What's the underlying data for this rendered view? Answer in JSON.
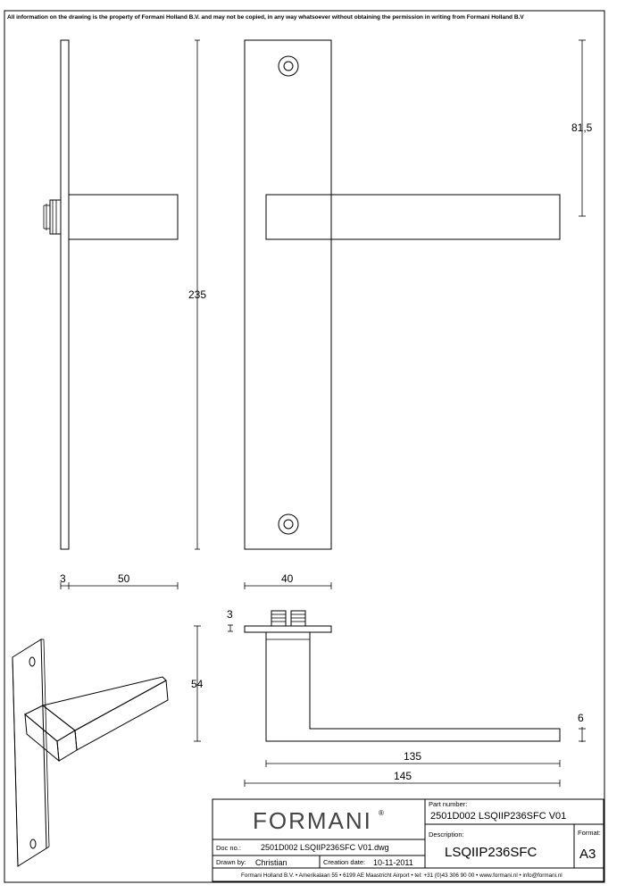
{
  "disclaimer": "All information on the drawing is the property of Formani Holland B.V. and may not be copied, in any way whatsoever without obtaining the permission in writing from Formani Holland B.V",
  "dimensions": {
    "overall_height": "235",
    "lever_height_from_top": "81,5",
    "plate_thickness": "3",
    "lever_projection": "50",
    "plate_width": "40",
    "rose_thickness": "3",
    "lever_drop": "54",
    "lever_thickness": "6",
    "lever_length_inner": "135",
    "lever_length_total": "145"
  },
  "title_block": {
    "logo": "FORMANI",
    "logo_mark": "®",
    "part_number_label": "Part number:",
    "part_number": "2501D002 LSQIIP236SFC V01",
    "doc_no_label": "Doc no.:",
    "doc_no": "2501D002 LSQIIP236SFC V01.dwg",
    "description_label": "Description:",
    "description": "LSQIIP236SFC",
    "format_label": "Format:",
    "format": "A3",
    "drawn_by_label": "Drawn by:",
    "drawn_by": "Christian",
    "creation_date_label": "Creation date:",
    "creation_date": "10-11-2011",
    "footer": "Formani Holland B.V. • Amerikalaan 55 • 6199 AE Maastricht Airport • tel: +31 (0)43 306 90 00 • www.formani.nl • info@formani.nl"
  }
}
